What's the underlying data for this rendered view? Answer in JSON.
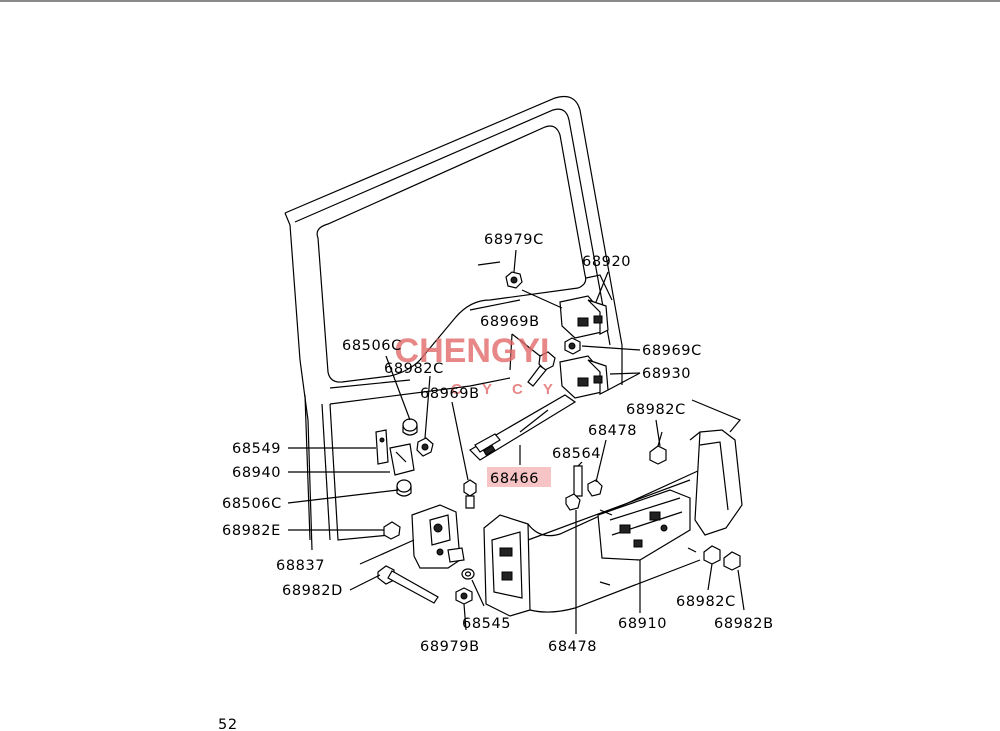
{
  "diagram": {
    "labels": {
      "l_68979C_top": "68979C",
      "l_68920": "68920",
      "l_68969B_a": "68969B",
      "l_68969C": "68969C",
      "l_68930": "68930",
      "l_68506C_a": "68506C",
      "l_68982C_left": "68982C",
      "l_68969B_b": "68969B",
      "l_68982C_right": "68982C",
      "l_68478_top": "68478",
      "l_68564": "68564",
      "l_68549": "68549",
      "l_68466": "68466",
      "l_68940": "68940",
      "l_68506C_b": "68506C",
      "l_68982E": "68982E",
      "l_68837": "68837",
      "l_68982D": "68982D",
      "l_68545": "68545",
      "l_68910": "68910",
      "l_68982C_bottom": "68982C",
      "l_68982B": "68982B",
      "l_68979B": "68979B",
      "l_68478_bottom": "68478",
      "page_number": "52"
    },
    "watermark": {
      "main": "CHENGYI",
      "sub": "CYCY",
      "color": "#e26a6a"
    },
    "highlight_color": "#f6c4c4"
  }
}
